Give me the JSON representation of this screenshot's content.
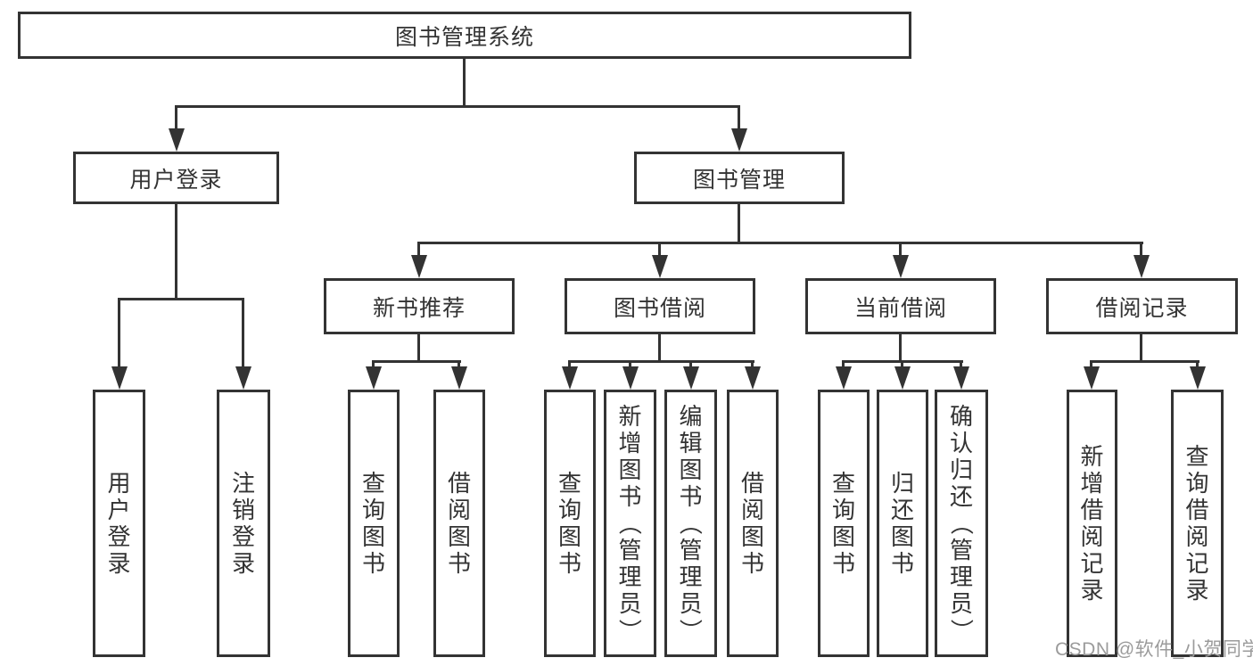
{
  "diagram": {
    "root_label": "图书管理系统",
    "line_color": "#333333",
    "text_color": "#333333",
    "background": "#ffffff",
    "branches": [
      {
        "label": "用户登录",
        "children": [
          "用户登录",
          "注销登录"
        ]
      },
      {
        "label": "图书管理",
        "children": [
          {
            "label": "新书推荐",
            "children": [
              "查询图书",
              "借阅图书"
            ]
          },
          {
            "label": "图书借阅",
            "children": [
              "查询图书",
              "新增图书（管理员）",
              "编辑图书（管理员）",
              "借阅图书"
            ]
          },
          {
            "label": "当前借阅",
            "children": [
              "查询图书",
              "归还图书",
              "确认归还（管理员）"
            ]
          },
          {
            "label": "借阅记录",
            "children": [
              "新增借阅记录",
              "查询借阅记录"
            ]
          }
        ]
      }
    ]
  },
  "watermark": {
    "text": "CSDN @软件_小贺同学",
    "color": "#9b9b9b"
  }
}
